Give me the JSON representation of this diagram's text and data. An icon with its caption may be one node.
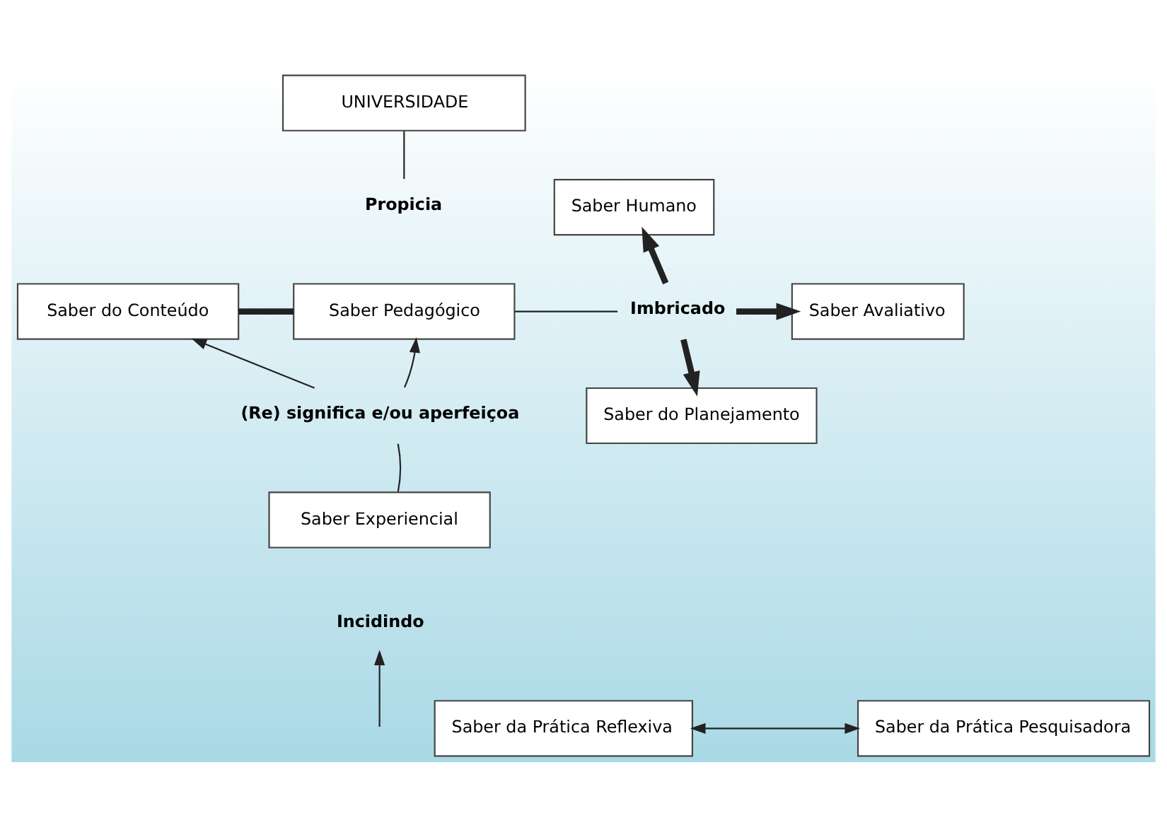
{
  "diagram": {
    "nodes": [
      {
        "text": [
          "UNIVERSIDADE"
        ]
      },
      {
        "text": [
          "Propicia"
        ]
      },
      {
        "text": [
          "Saber do Conteúdo"
        ]
      },
      {
        "text": [
          "Saber Pedagógico"
        ]
      },
      {
        "text": [
          "Imbricado"
        ]
      },
      {
        "text": [
          "Saber Humano"
        ]
      },
      {
        "text": [
          "Saber Avaliativo"
        ]
      },
      {
        "text": [
          "Saber do Planejamento"
        ]
      },
      {
        "text": [
          "(Re) significa e/ou aperfeiçoa"
        ]
      },
      {
        "text": [
          "Saber Experiencial"
        ]
      },
      {
        "text": [
          "Incidindo"
        ]
      },
      {
        "text": [
          "Saber da Prática Reflexiva"
        ]
      },
      {
        "text": [
          "Saber da Prática Pesquisadora"
        ]
      }
    ],
    "edges": [
      {
        "from": 0,
        "to": 1,
        "arrow": "none"
      },
      {
        "from": 2,
        "to": 3,
        "arrow": "none",
        "style": "thick"
      },
      {
        "from": 3,
        "to": 4,
        "arrow": "none"
      },
      {
        "from": 4,
        "to": 5,
        "arrow": "to",
        "style": "thick"
      },
      {
        "from": 4,
        "to": 6,
        "arrow": "to",
        "style": "thick"
      },
      {
        "from": 4,
        "to": 7,
        "arrow": "to",
        "style": "thick"
      },
      {
        "from": 8,
        "to": 2,
        "arrow": "to"
      },
      {
        "from": 8,
        "to": 3,
        "arrow": "to"
      },
      {
        "from": 9,
        "to": 8,
        "arrow": "none"
      },
      {
        "from": null,
        "to": 10,
        "arrow": "to"
      },
      {
        "from": 11,
        "to": 12,
        "arrow": "both"
      }
    ]
  }
}
